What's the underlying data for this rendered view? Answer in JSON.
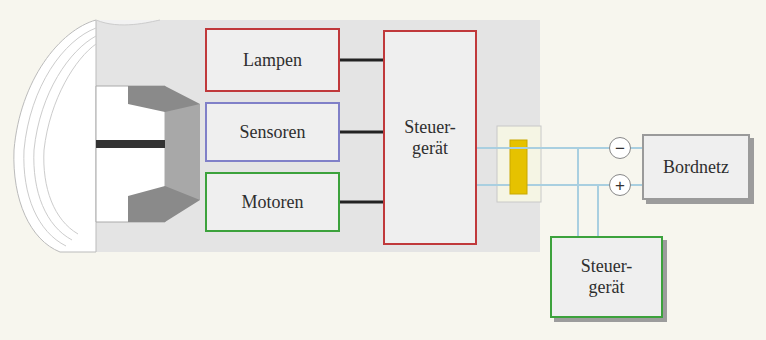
{
  "diagram": {
    "nodes": [
      {
        "text": [
          "Lampen"
        ]
      },
      {
        "text": [
          "Sensoren"
        ]
      },
      {
        "text": [
          "Motoren"
        ]
      },
      {
        "text": [
          "Steuer- gerät"
        ]
      },
      {
        "text": [
          "Bordnetz"
        ]
      },
      {
        "text": [
          "Steuer- gerät"
        ]
      }
    ],
    "edges": [
      {
        "from": 0,
        "to": 3,
        "arrow": "none"
      },
      {
        "from": 1,
        "to": 3,
        "arrow": "none"
      },
      {
        "from": 2,
        "to": 3,
        "arrow": "none"
      },
      {
        "from": 3,
        "to": 4,
        "arrow": "none"
      },
      {
        "from": 5,
        "to": 4,
        "arrow": "none"
      }
    ],
    "labels": [
      "−",
      "+"
    ]
  }
}
